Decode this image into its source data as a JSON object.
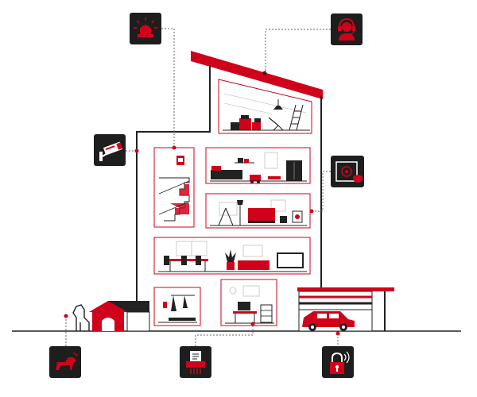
{
  "colors": {
    "accent": "#d0021b",
    "dark": "#1a1a1a",
    "line": "#222222",
    "tile_bg": "#1e1e1e",
    "panel_border": "#d0021b",
    "muted": "#bbbbbb"
  },
  "icons": [
    {
      "name": "siren-alarm-icon"
    },
    {
      "name": "support-headset-icon"
    },
    {
      "name": "security-camera-icon"
    },
    {
      "name": "safe-vault-icon"
    },
    {
      "name": "guard-dog-icon"
    },
    {
      "name": "paper-shredder-icon"
    },
    {
      "name": "smart-lock-icon"
    }
  ],
  "rooms": [
    {
      "name": "attic"
    },
    {
      "name": "stairwell"
    },
    {
      "name": "bedroom"
    },
    {
      "name": "living-room"
    },
    {
      "name": "dining-room"
    },
    {
      "name": "entryway"
    },
    {
      "name": "home-office"
    },
    {
      "name": "garage"
    },
    {
      "name": "doghouse"
    }
  ]
}
